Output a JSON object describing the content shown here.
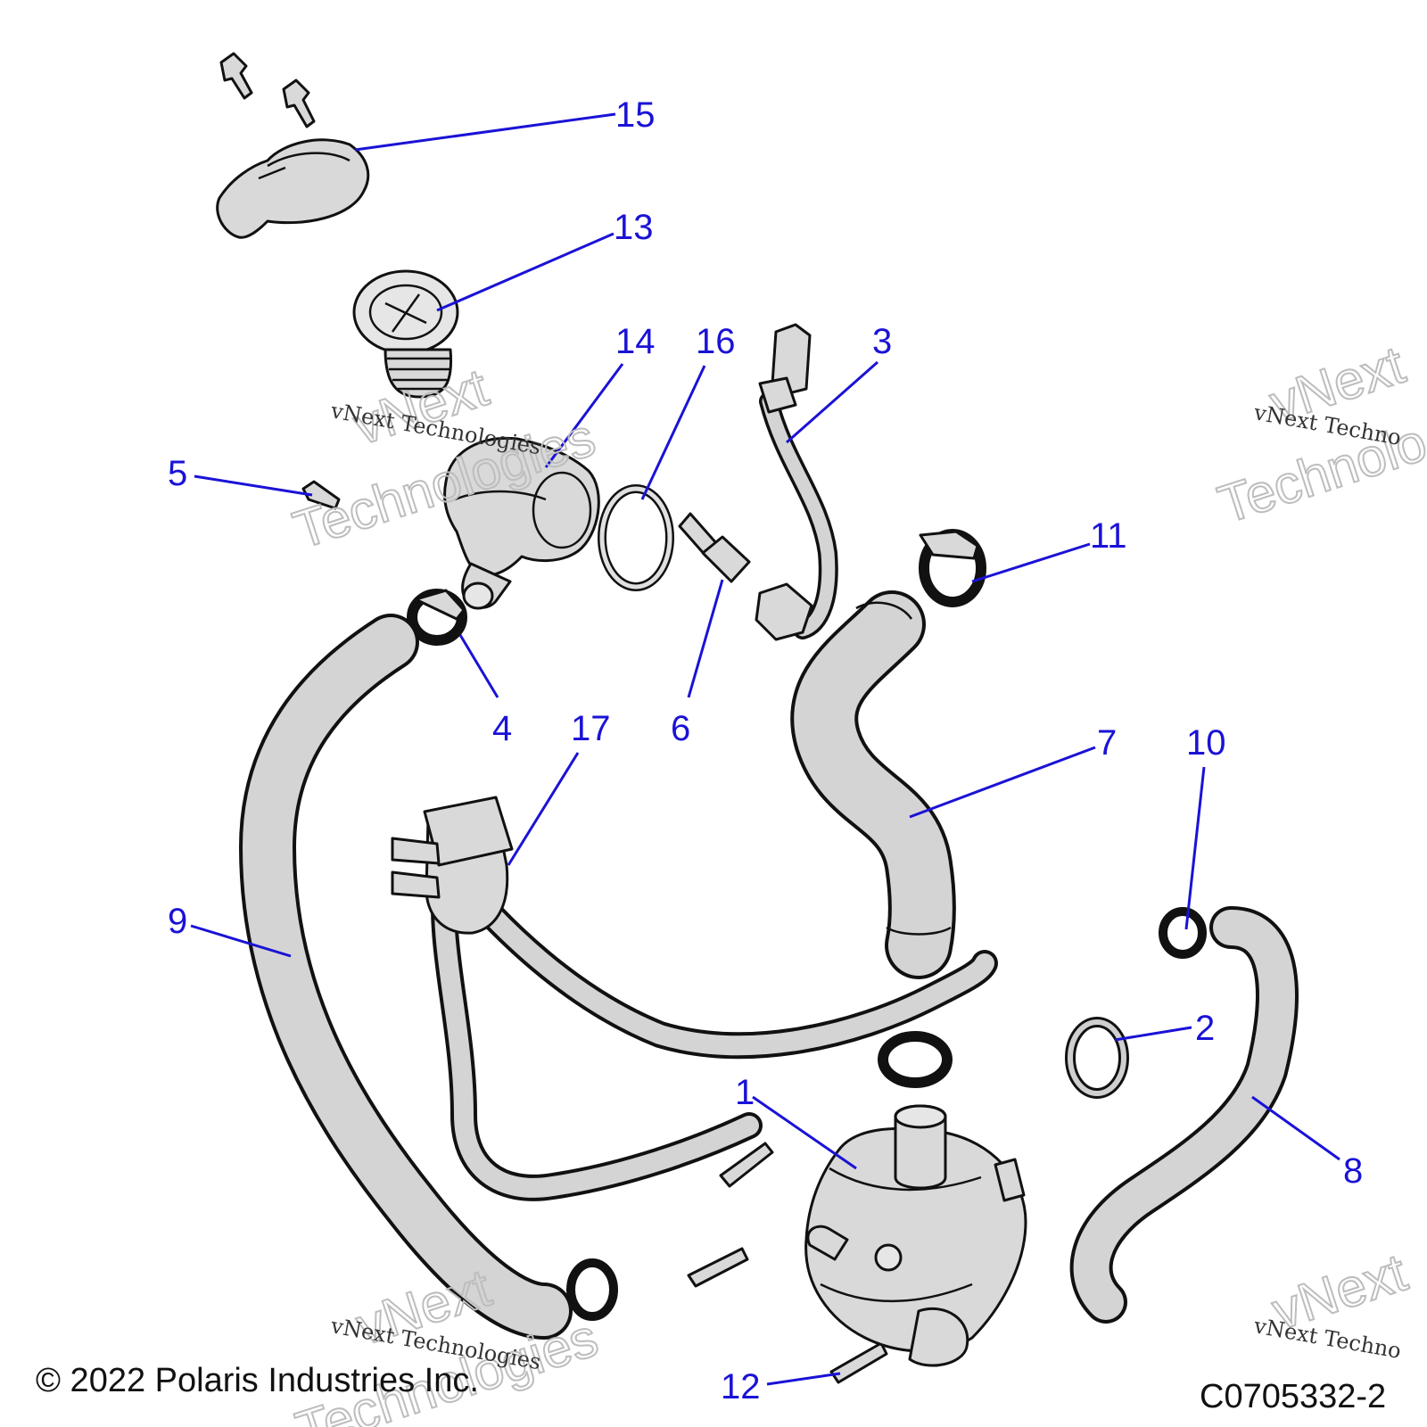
{
  "callouts": [
    {
      "id": "1",
      "label": "1"
    },
    {
      "id": "2",
      "label": "2"
    },
    {
      "id": "3",
      "label": "3"
    },
    {
      "id": "4",
      "label": "4"
    },
    {
      "id": "5",
      "label": "5"
    },
    {
      "id": "6",
      "label": "6"
    },
    {
      "id": "7",
      "label": "7"
    },
    {
      "id": "8",
      "label": "8"
    },
    {
      "id": "9",
      "label": "9"
    },
    {
      "id": "10",
      "label": "10"
    },
    {
      "id": "11",
      "label": "11"
    },
    {
      "id": "12",
      "label": "12"
    },
    {
      "id": "13",
      "label": "13"
    },
    {
      "id": "14",
      "label": "14"
    },
    {
      "id": "15",
      "label": "15"
    },
    {
      "id": "16",
      "label": "16"
    },
    {
      "id": "17",
      "label": "17"
    }
  ],
  "watermark": {
    "line1": "vNext",
    "line2": "Technologies",
    "small": "vNext Technologies",
    "small_cut": "vNext Techno",
    "big_cut": "Technolo"
  },
  "copyright": "© 2022 Polaris Industries Inc.",
  "diagram_code": "C0705332-2",
  "colors": {
    "callout": "#1a12d6",
    "part_fill": "#d9d9d9",
    "outline": "#111111"
  }
}
